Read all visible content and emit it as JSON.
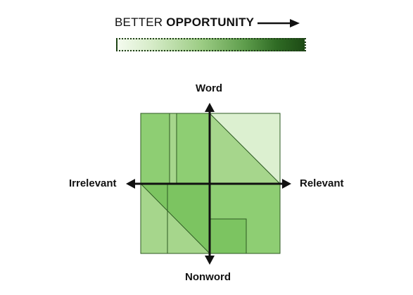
{
  "legend": {
    "prefix": "BETTER",
    "emphasis": "OPPORTUNITY",
    "gradient_start": "#f4fbef",
    "gradient_end": "#1d4a15"
  },
  "axes": {
    "top": "Word",
    "bottom": "Nonword",
    "left": "Irrelevant",
    "right": "Relevant"
  },
  "colors": {
    "light": "#dcf0d0",
    "mid_light": "#a6d68c",
    "mid": "#8ece73",
    "mid_strong": "#7cc461",
    "edge": "#2d5a22",
    "axis": "#111111"
  },
  "icons": {
    "legend_arrow": "arrow-right-icon",
    "axis_arrows": "triangle-arrow-icon"
  }
}
